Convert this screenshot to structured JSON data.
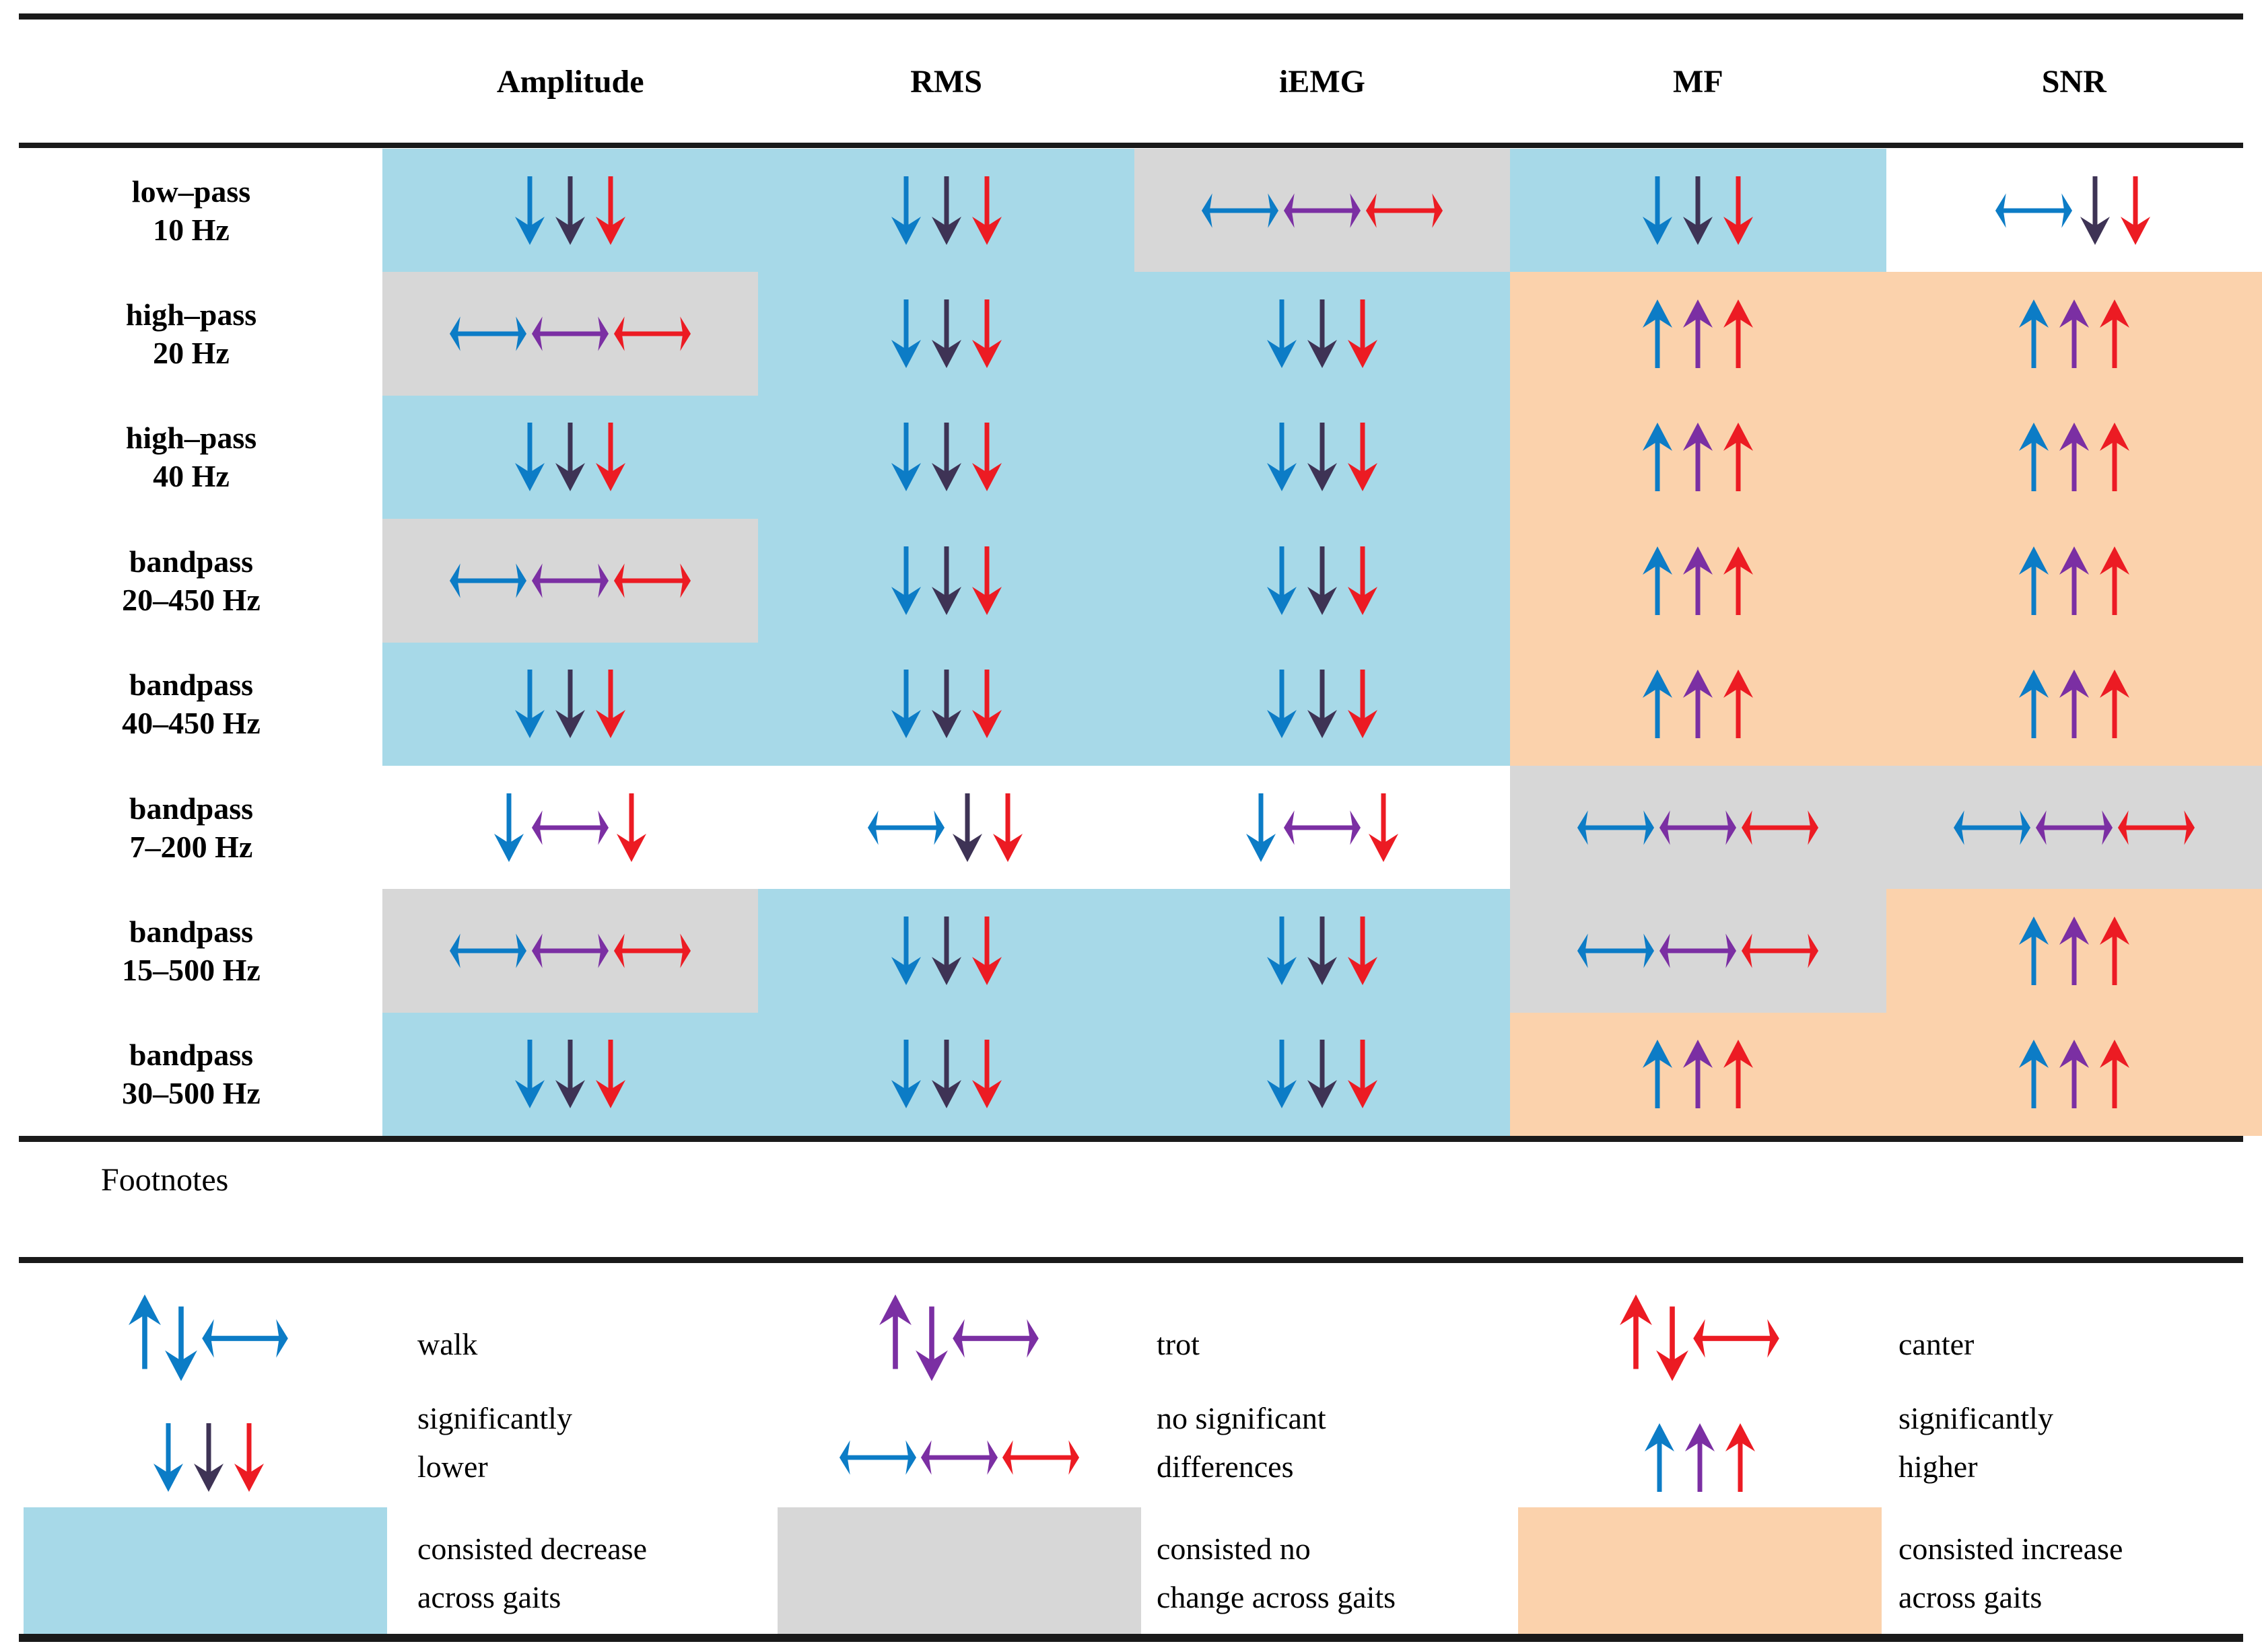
{
  "table": {
    "columns": [
      "Amplitude",
      "RMS",
      "iEMG",
      "MF",
      "SNR"
    ],
    "rows": [
      {
        "label": [
          "low–pass",
          "10 Hz"
        ],
        "cells": [
          {
            "bg": "decrease",
            "arrows": "ddd"
          },
          {
            "bg": "decrease",
            "arrows": "ddd"
          },
          {
            "bg": "no_change",
            "arrows": "hhh"
          },
          {
            "bg": "decrease",
            "arrows": "ddd"
          },
          {
            "bg": "none",
            "arrows": "hdd"
          }
        ]
      },
      {
        "label": [
          "high–pass",
          "20 Hz"
        ],
        "cells": [
          {
            "bg": "no_change",
            "arrows": "hhh"
          },
          {
            "bg": "decrease",
            "arrows": "ddd"
          },
          {
            "bg": "decrease",
            "arrows": "ddd"
          },
          {
            "bg": "increase",
            "arrows": "uuu"
          },
          {
            "bg": "increase",
            "arrows": "uuu"
          }
        ]
      },
      {
        "label": [
          "high–pass",
          "40 Hz"
        ],
        "cells": [
          {
            "bg": "decrease",
            "arrows": "ddd"
          },
          {
            "bg": "decrease",
            "arrows": "ddd"
          },
          {
            "bg": "decrease",
            "arrows": "ddd"
          },
          {
            "bg": "increase",
            "arrows": "uuu"
          },
          {
            "bg": "increase",
            "arrows": "uuu"
          }
        ]
      },
      {
        "label": [
          "bandpass",
          "20–450 Hz"
        ],
        "cells": [
          {
            "bg": "no_change",
            "arrows": "hhh"
          },
          {
            "bg": "decrease",
            "arrows": "ddd"
          },
          {
            "bg": "decrease",
            "arrows": "ddd"
          },
          {
            "bg": "increase",
            "arrows": "uuu"
          },
          {
            "bg": "increase",
            "arrows": "uuu"
          }
        ]
      },
      {
        "label": [
          "bandpass",
          "40–450 Hz"
        ],
        "cells": [
          {
            "bg": "decrease",
            "arrows": "ddd"
          },
          {
            "bg": "decrease",
            "arrows": "ddd"
          },
          {
            "bg": "decrease",
            "arrows": "ddd"
          },
          {
            "bg": "increase",
            "arrows": "uuu"
          },
          {
            "bg": "increase",
            "arrows": "uuu"
          }
        ]
      },
      {
        "label": [
          "bandpass",
          "7–200 Hz"
        ],
        "cells": [
          {
            "bg": "none",
            "arrows": "dhd"
          },
          {
            "bg": "none",
            "arrows": "hdd"
          },
          {
            "bg": "none",
            "arrows": "dhd"
          },
          {
            "bg": "no_change",
            "arrows": "hhh"
          },
          {
            "bg": "no_change",
            "arrows": "hhh"
          }
        ]
      },
      {
        "label": [
          "bandpass",
          "15–500 Hz"
        ],
        "cells": [
          {
            "bg": "no_change",
            "arrows": "hhh"
          },
          {
            "bg": "decrease",
            "arrows": "ddd"
          },
          {
            "bg": "decrease",
            "arrows": "ddd"
          },
          {
            "bg": "no_change",
            "arrows": "hhh"
          },
          {
            "bg": "increase",
            "arrows": "uuu"
          }
        ]
      },
      {
        "label": [
          "bandpass",
          "30–500 Hz"
        ],
        "cells": [
          {
            "bg": "decrease",
            "arrows": "ddd"
          },
          {
            "bg": "decrease",
            "arrows": "ddd"
          },
          {
            "bg": "decrease",
            "arrows": "ddd"
          },
          {
            "bg": "increase",
            "arrows": "uuu"
          },
          {
            "bg": "increase",
            "arrows": "uuu"
          }
        ]
      }
    ]
  },
  "footnotes": {
    "title": "Footnotes",
    "gait_legend": [
      {
        "gait": "walk",
        "label": "walk"
      },
      {
        "gait": "trot",
        "label": "trot"
      },
      {
        "gait": "canter",
        "label": "canter"
      }
    ],
    "significance_legend": [
      {
        "arrows": "ddd",
        "label": [
          "significantly",
          "lower"
        ]
      },
      {
        "arrows": "hhh",
        "label": [
          "no significant",
          "differences"
        ]
      },
      {
        "arrows": "uuu",
        "label": [
          "significantly",
          "higher"
        ]
      }
    ],
    "background_legend": [
      {
        "bg": "decrease",
        "label": [
          "consisted decrease",
          "across gaits"
        ]
      },
      {
        "bg": "no_change",
        "label": [
          "consisted no",
          "change across gaits"
        ]
      },
      {
        "bg": "increase",
        "label": [
          "consisted increase",
          "across gaits"
        ]
      }
    ]
  },
  "colors": {
    "walk": "#0C7CC6",
    "trot": "#7B2FA3",
    "trot_down": "#3E3355",
    "canter": "#EC1B23",
    "backgrounds": {
      "decrease": "#A7D9E8",
      "no_change": "#D7D7D7",
      "increase": "#FBD2AC",
      "none": "transparent"
    }
  }
}
